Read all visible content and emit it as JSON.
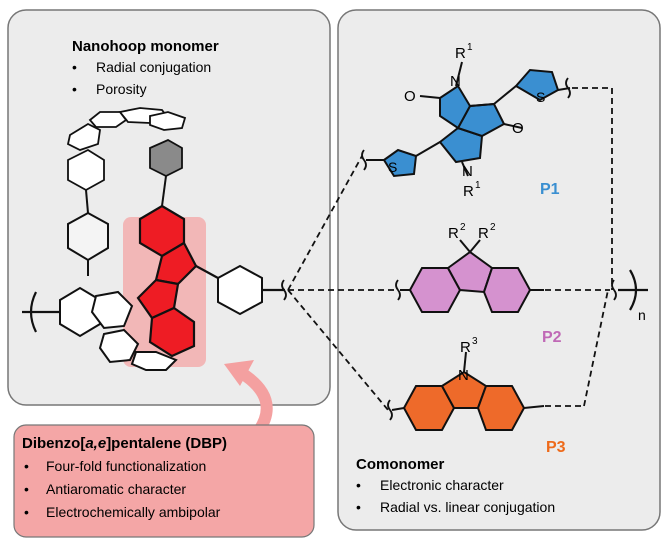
{
  "left_panel": {
    "title": "Nanohoop monomer",
    "bullets": [
      "Radial conjugation",
      "Porosity"
    ]
  },
  "dbp_box": {
    "title_prefix": "Dibenzo[",
    "title_italic": "a,e",
    "title_suffix": "]pentalene (DBP)",
    "bullets": [
      "Four-fold functionalization",
      "Antiaromatic character",
      "Electrochemically ambipolar"
    ]
  },
  "right_panel": {
    "title": "Comonomer",
    "bullets": [
      "Electronic character",
      "Radial vs. linear conjugation"
    ]
  },
  "polymers": [
    {
      "label": "P1",
      "color": "#3a8fd1"
    },
    {
      "label": "P2",
      "color": "#c069b6"
    },
    {
      "label": "P3",
      "color": "#ee6a1a"
    }
  ],
  "atoms": {
    "O": "O",
    "N": "N",
    "S": "S",
    "R": "R",
    "sup1": "1",
    "sup2": "2",
    "sup3": "3",
    "n": "n"
  },
  "colors": {
    "dbp_red": "#ee1c24",
    "dbp_highlight": "#f4a0a0",
    "panel_fill": "#ececec",
    "ring_gray": "#9a9a9a",
    "p1_blue": "#3a8fd1",
    "p2_pink": "#d592cf",
    "p3_orange": "#ee6a2a"
  }
}
